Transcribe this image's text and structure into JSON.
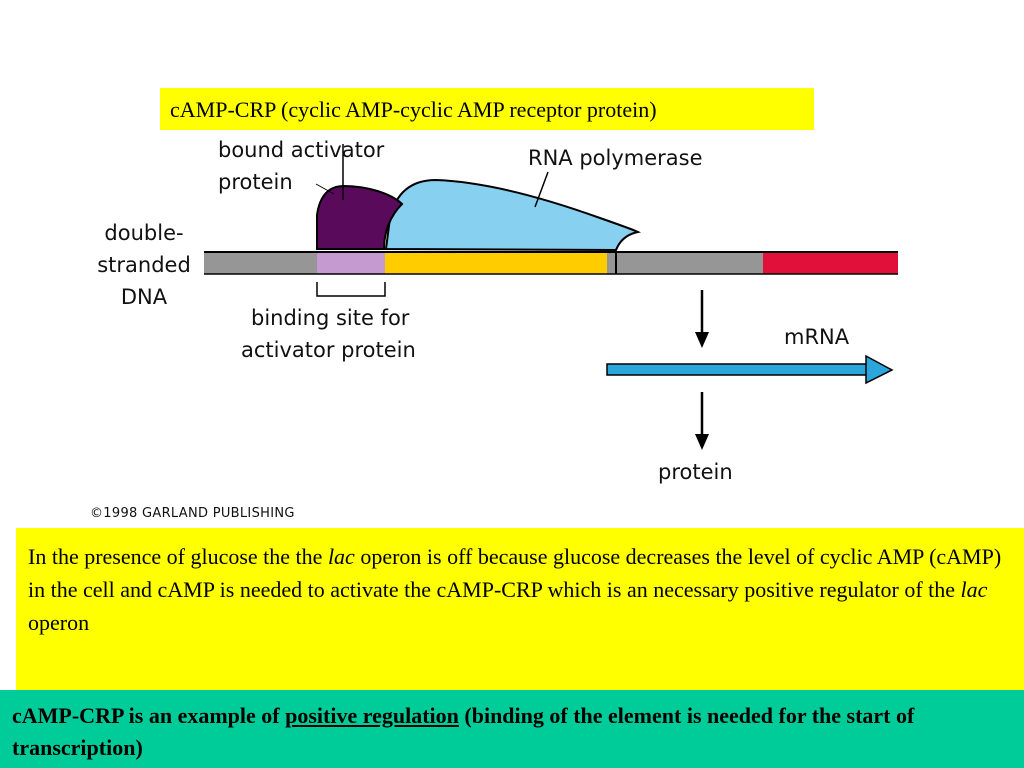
{
  "title": "cAMP-CRP (cyclic AMP-cyclic AMP receptor protein)",
  "diagram": {
    "labels": {
      "bound_activator_line1": "bound activator",
      "bound_activator_line2": "protein",
      "rna_polymerase": "RNA polymerase",
      "dna_line1": "double-",
      "dna_line2": "stranded",
      "dna_line3": "DNA",
      "binding_site_line1": "binding site for",
      "binding_site_line2": "activator protein",
      "mrna": "mRNA",
      "protein": "protein",
      "copyright": "©1998 GARLAND PUBLISHING"
    },
    "colors": {
      "dna_gray": "#969696",
      "binding_site": "#c49ad0",
      "gene_yellow": "#ffcc00",
      "dna_red": "#e0103a",
      "activator_purple": "#5a0a5a",
      "polymerase_blue": "#88d0f0",
      "mrna_arrow": "#2aa6dc"
    }
  },
  "note": {
    "part1": "In the presence of glucose the the ",
    "lac1": "lac",
    "part2": " operon is off because glucose decreases the level of cyclic AMP (cAMP)  in the cell and cAMP is needed to activate the cAMP-CRP which is an necessary positive regulator of the ",
    "lac2": "lac",
    "part3": " operon"
  },
  "bottom": {
    "part1": "cAMP-CRP is an example of ",
    "emphasis": "positive regulation",
    "part2": " (binding of the element is needed for the start of transcription)"
  }
}
